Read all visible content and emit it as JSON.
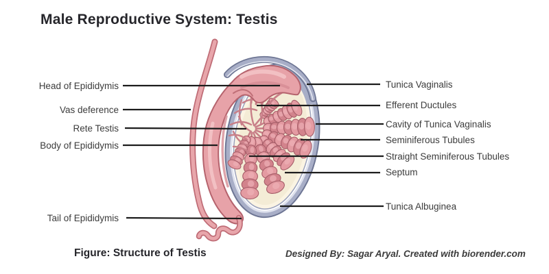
{
  "title": "Male Reproductive System: Testis",
  "caption": "Figure: Structure of Testis",
  "credit": "Designed By: Sagar Aryal. Created with biorender.com",
  "labels": {
    "left": [
      {
        "text": "Head of Epididymis"
      },
      {
        "text": "Vas deference"
      },
      {
        "text": "Rete Testis"
      },
      {
        "text": "Body of Epididymis"
      },
      {
        "text": "Tail of Epididymis"
      }
    ],
    "right": [
      {
        "text": "Tunica Vaginalis"
      },
      {
        "text": "Efferent Ductules"
      },
      {
        "text": "Cavity of Tunica Vaginalis"
      },
      {
        "text": "Seminiferous Tubules"
      },
      {
        "text": "Straight Seminiferous Tubules"
      },
      {
        "text": "Septum"
      },
      {
        "text": "Tunica Albuginea"
      }
    ]
  },
  "colors": {
    "background": "#ffffff",
    "title_text": "#26262b",
    "label_text": "#3b3b3b",
    "leader_line": "#1c1c1c",
    "epididymis_pink": "#e7a2a8",
    "epididymis_outline": "#b5636d",
    "tubule_rose": "#d2838c",
    "tubule_light": "#e49ba2",
    "interior_cream": "#f4ecd6",
    "tunica_gray_blue": "#a8aec7",
    "tunica_dark_edge": "#6e7694"
  }
}
